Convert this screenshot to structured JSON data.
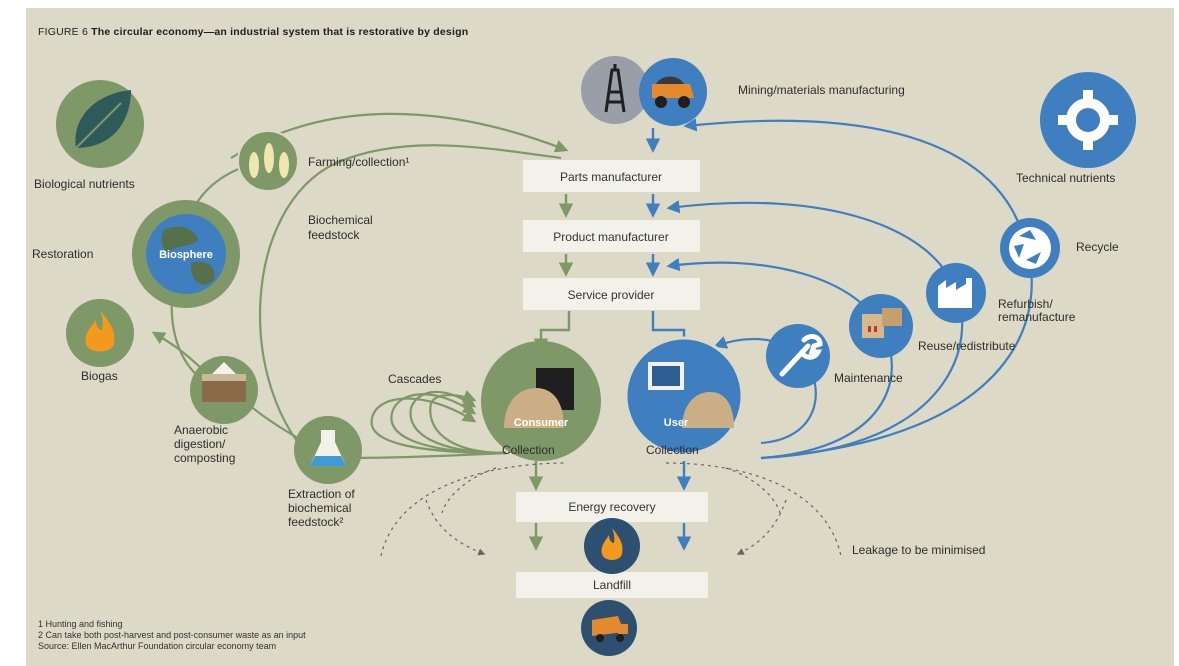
{
  "figure": {
    "title_prefix": "FIGURE 6",
    "title_main": "The circular economy—an industrial system that is restorative by design",
    "colors": {
      "background": "#dcd9c6",
      "bio_green": "#7e9867",
      "bio_green_dark": "#55704a",
      "tech_blue": "#3f7fbf",
      "tech_blue_dark": "#2d5d92",
      "box_fill": "#f2f1ea"
    },
    "boxes": {
      "parts": "Parts manufacturer",
      "product": "Product manufacturer",
      "service": "Service provider",
      "energy": "Energy recovery",
      "landfill": "Landfill"
    },
    "bio": {
      "nutrients": "Biological nutrients",
      "farming": "Farming/collection¹",
      "biochem_line1": "Biochemical",
      "biochem_line2": "feedstock",
      "restoration": "Restoration",
      "biosphere": "Biosphere",
      "biogas": "Biogas",
      "anaerobic_line1": "Anaerobic",
      "anaerobic_line2": "digestion/",
      "anaerobic_line3": "composting",
      "extraction_line1": "Extraction of",
      "extraction_line2": "biochemical",
      "extraction_line3": "feedstock²",
      "cascades": "Cascades",
      "consumer": "Consumer",
      "collection": "Collection"
    },
    "tech": {
      "mining": "Mining/materials manufacturing",
      "nutrients": "Technical nutrients",
      "recycle": "Recycle",
      "refurbish_line1": "Refurbish/",
      "refurbish_line2": "remanufacture",
      "reuse": "Reuse/redistribute",
      "maintenance": "Maintenance",
      "user": "User",
      "collection": "Collection"
    },
    "leakage": "Leakage to be minimised",
    "footnotes": [
      "1 Hunting and fishing",
      "2 Can take both post-harvest and post-consumer waste as an input",
      "Source: Ellen MacArthur Foundation circular economy team"
    ],
    "icons": [
      "leaf-icon",
      "wheat-fish-icon",
      "globe-icon",
      "flame-icon",
      "compost-icon",
      "flask-icon",
      "consumer-icon",
      "user-icon",
      "oil-derrick-icon",
      "mining-truck-icon",
      "gear-icon",
      "recycle-icon",
      "factory-icon",
      "boxes-icon",
      "wrench-icon",
      "landfill-truck-icon"
    ]
  }
}
